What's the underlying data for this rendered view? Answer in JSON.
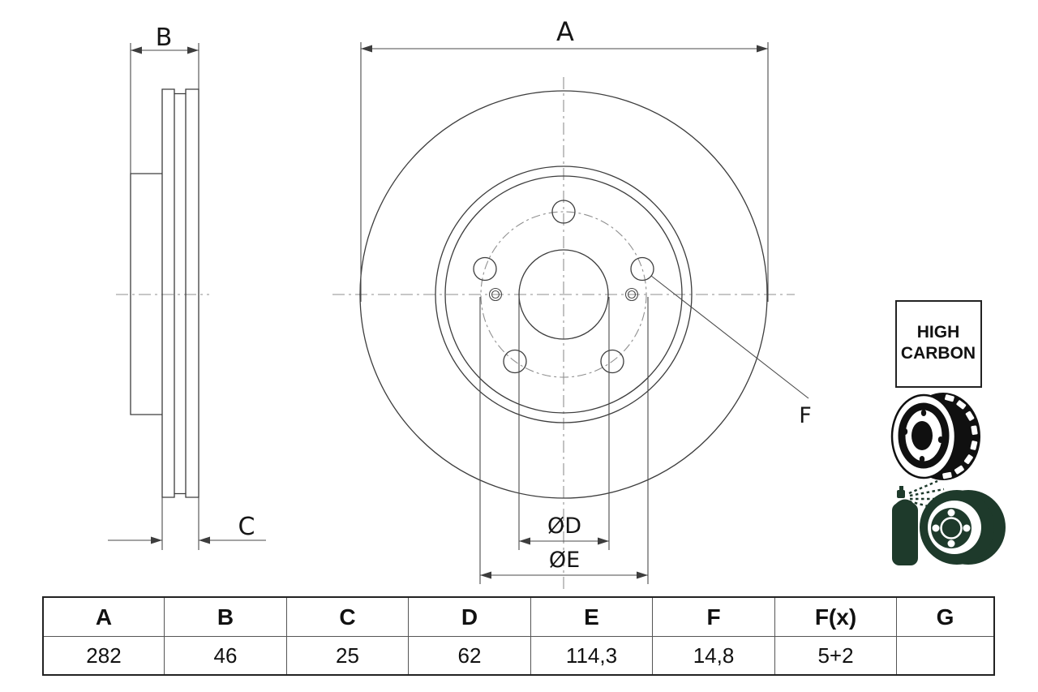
{
  "drawing_labels": {
    "outer_diameter_a": "A",
    "total_width_b": "B",
    "disc_thickness_c": "C",
    "centre_bore_d": "ØD",
    "pitch_circle_e": "ØE",
    "bolt_hole_f": "F"
  },
  "badges": {
    "high_carbon_line1": "HIGH",
    "high_carbon_line2": "CARBON"
  },
  "icons": {
    "vented_disc": "ventilated-brake-disc-icon",
    "spray_coating": "coated-brake-disc-spray-icon"
  },
  "colors": {
    "drawing_line": "#3d3d3d",
    "centerline": "#8f8f8f",
    "icon_green": "#1e3a2b",
    "icon_black": "#101010",
    "text": "#161616"
  },
  "spec_table": {
    "headers": [
      "A",
      "B",
      "C",
      "D",
      "E",
      "F",
      "F(x)",
      "G"
    ],
    "values": [
      "282",
      "46",
      "25",
      "62",
      "114,3",
      "14,8",
      "5+2",
      ""
    ]
  }
}
